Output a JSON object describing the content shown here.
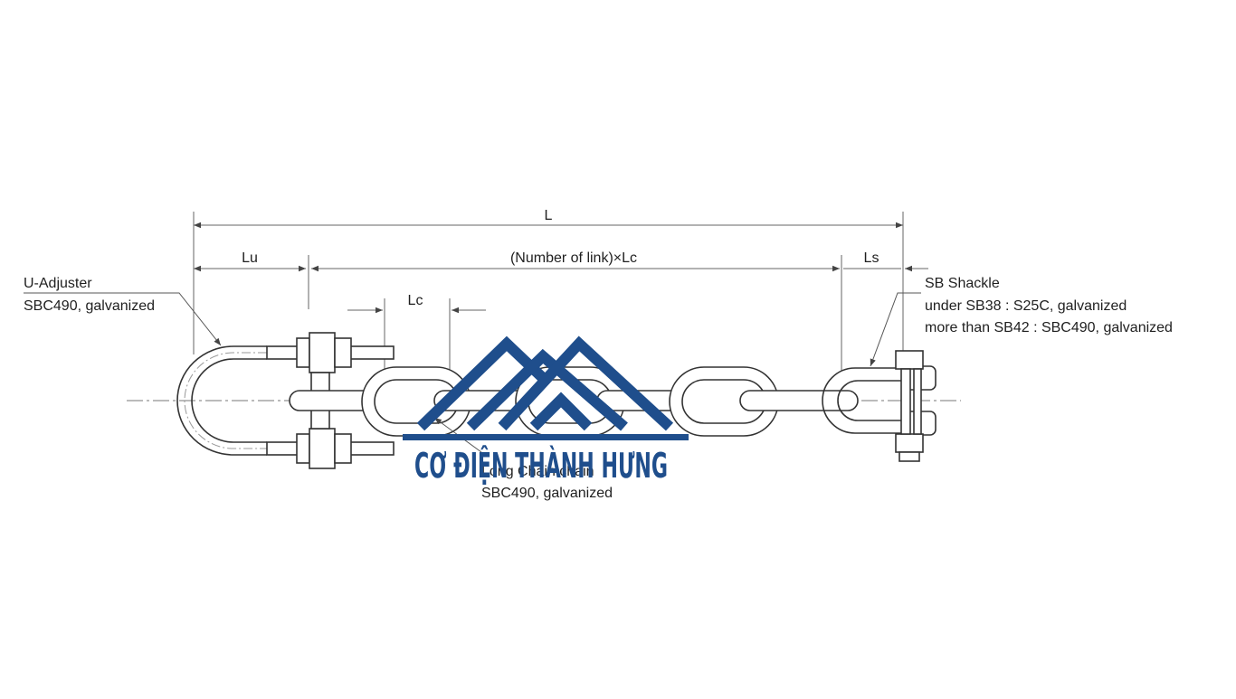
{
  "dimensions": {
    "total": "L",
    "u_adjuster_length": "Lu",
    "chain_length": "(Number of link)×Lc",
    "shackle_length": "Ls",
    "link_pitch": "Lc"
  },
  "callouts": {
    "u_adjuster": {
      "name": "U-Adjuster",
      "material": "SBC490, galvanized"
    },
    "chain": {
      "name": "Long Chain chain",
      "material": "SBC490, galvanized"
    },
    "shackle": {
      "name": "SB Shackle",
      "line1": "under SB38 : S25C, galvanized",
      "line2": "more than SB42 : SBC490, galvanized"
    }
  },
  "watermark": {
    "company": "CƠ ĐIỆN THÀNH HƯNG",
    "color": "#1f4e8c"
  },
  "colors": {
    "drawing_line": "#333333",
    "dimension_line": "#555555"
  }
}
